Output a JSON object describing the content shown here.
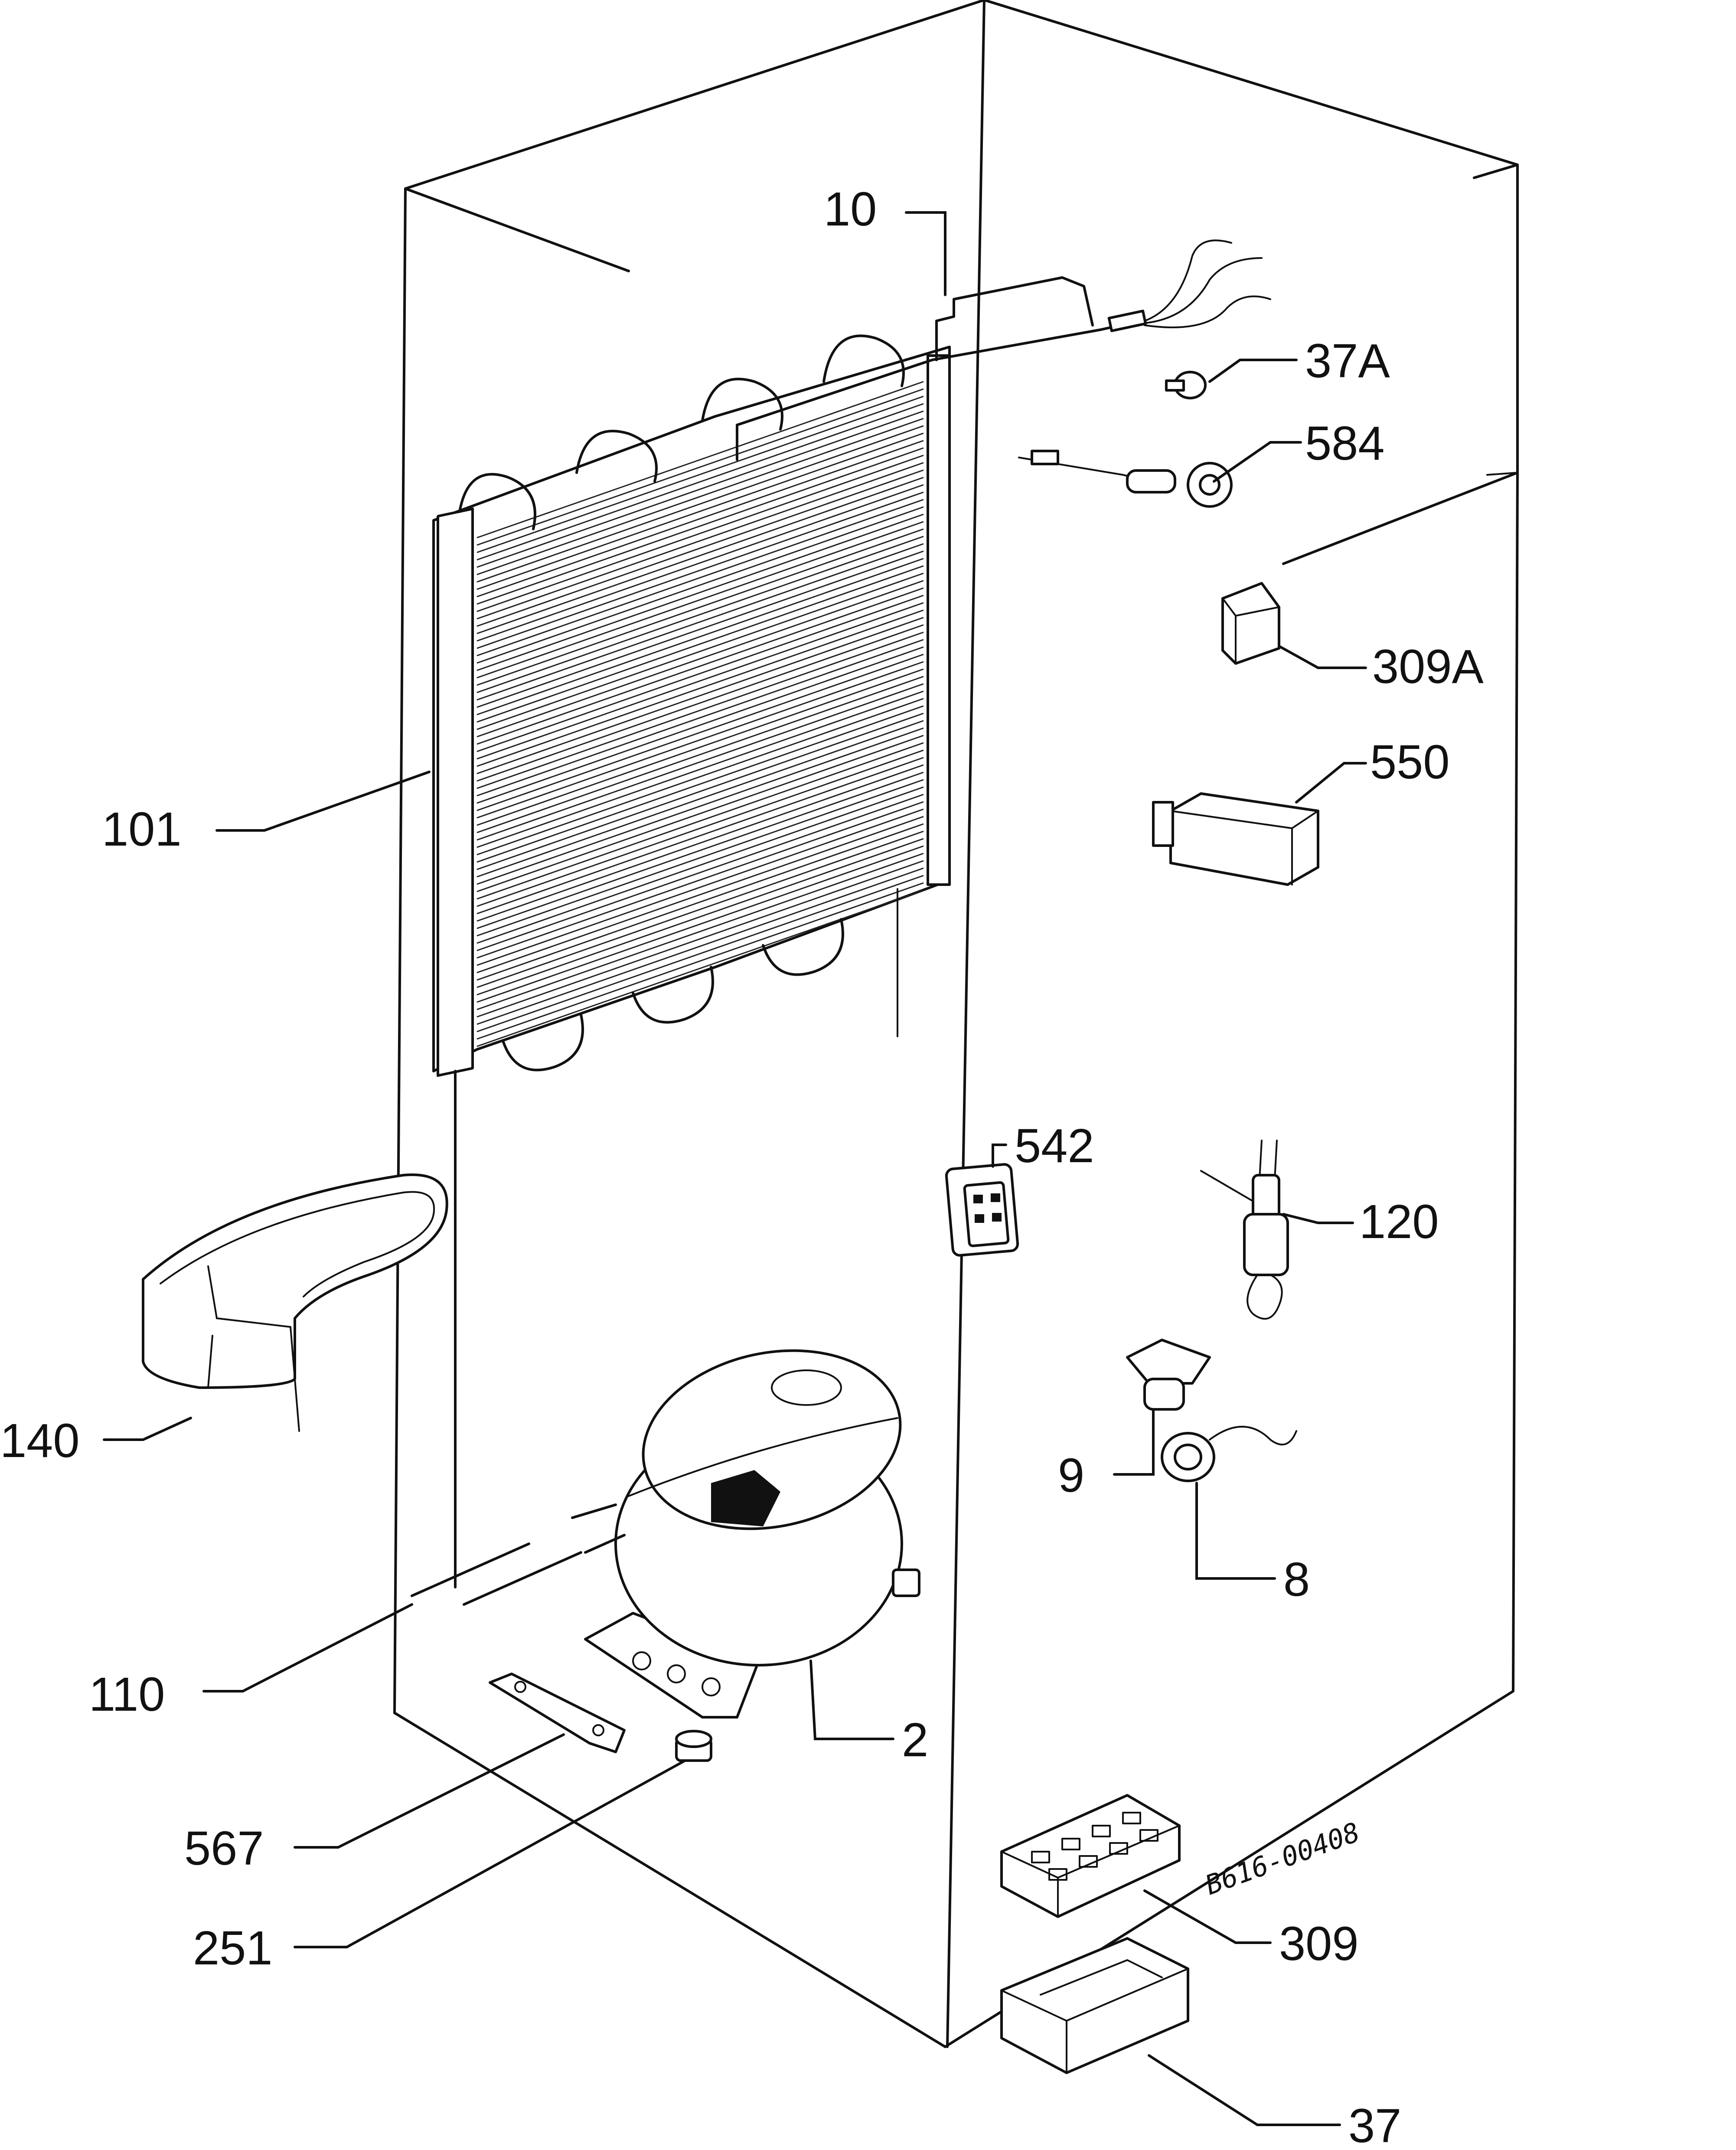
{
  "drawing_code": "B616-00408",
  "callouts": {
    "p10": "10",
    "p37a": "37A",
    "p584": "584",
    "p309a": "309A",
    "p550": "550",
    "p101": "101",
    "p542": "542",
    "p120": "120",
    "p140": "140",
    "p9": "9",
    "p8": "8",
    "p110": "110",
    "p2": "2",
    "p567": "567",
    "p251": "251",
    "p309": "309",
    "p37": "37"
  }
}
